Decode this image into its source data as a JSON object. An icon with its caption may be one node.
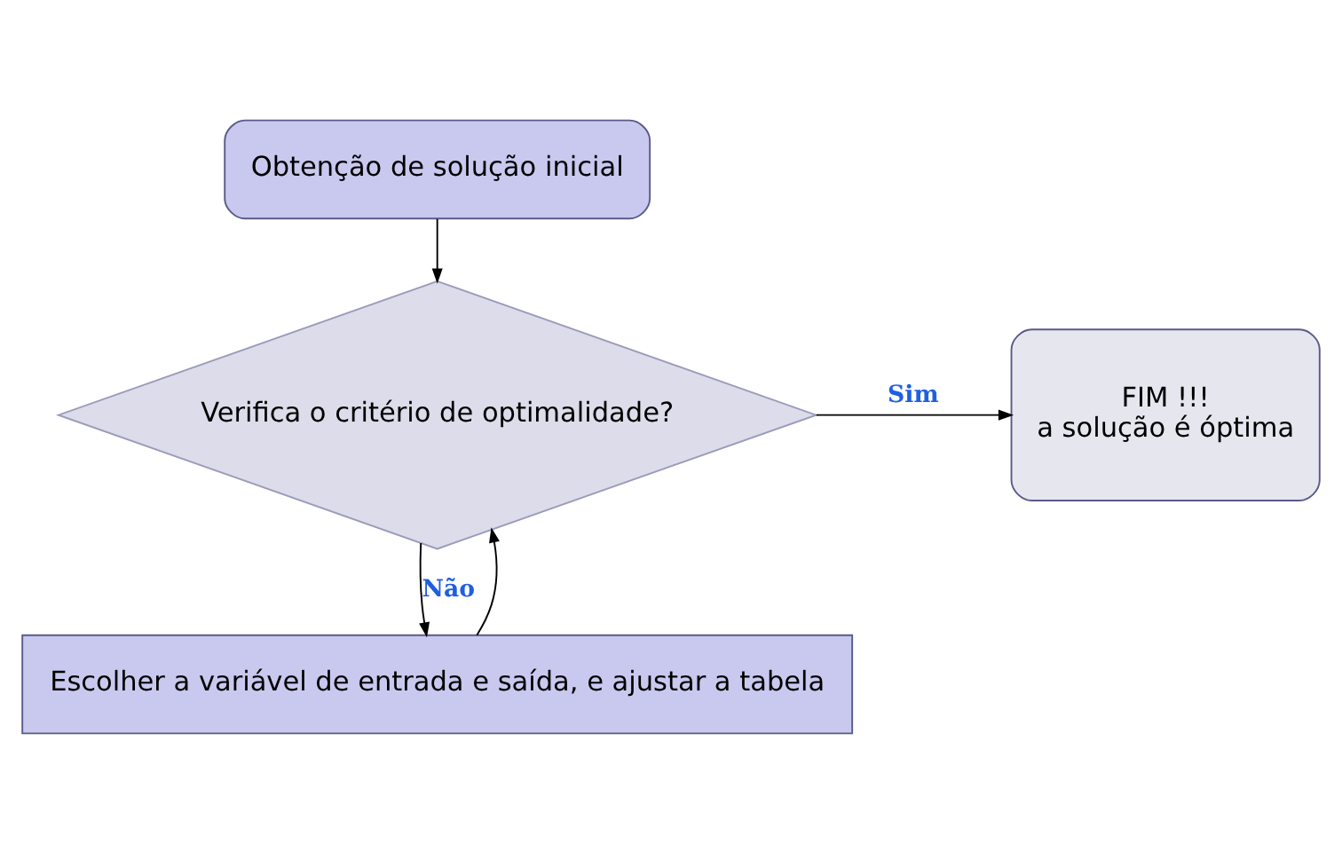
{
  "diagram": {
    "nodes": [
      {
        "text": [
          "Obtenção de solução inicial"
        ]
      },
      {
        "text": [
          "Verifica o critério de optimalidade?"
        ]
      },
      {
        "text": [
          "FIM !!!",
          "a solução é óptima"
        ]
      },
      {
        "text": [
          "Escolher a variável de entrada e saída, e ajustar a tabela"
        ]
      }
    ],
    "edges": [
      {
        "from": 0,
        "to": 1,
        "arrow": "to"
      },
      {
        "from": 1,
        "to": 2,
        "arrow": "to",
        "label": "Sim"
      },
      {
        "from": 1,
        "to": 3,
        "arrow": "to",
        "label": "Não"
      },
      {
        "from": 3,
        "to": 1,
        "arrow": "to"
      }
    ]
  }
}
